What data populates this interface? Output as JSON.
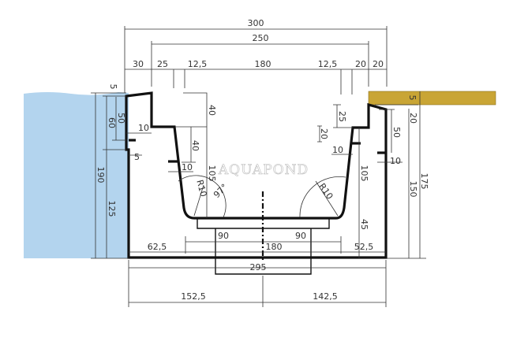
{
  "watermark": "AQUAPOND",
  "colors": {
    "water": "#b3d4ee",
    "wood": "#c9a535",
    "line": "#111111"
  },
  "dimensions": {
    "overall_width": "300",
    "inner_width": "250",
    "segments": [
      "30",
      "25",
      "12,5",
      "180",
      "12,5",
      "20",
      "20"
    ],
    "left_heights": [
      "5",
      "50",
      "60",
      "190",
      "125",
      "10",
      "5"
    ],
    "left_inner": [
      "40",
      "40",
      "10",
      "105",
      "R10",
      "97°"
    ],
    "right_inner": [
      "25",
      "20",
      "10",
      "105",
      "R10",
      "45"
    ],
    "right_heights": [
      "5",
      "20",
      "50",
      "10",
      "150",
      "175"
    ],
    "floor": [
      "90",
      "90",
      "180",
      "62,5",
      "52,5"
    ],
    "base_width": "295",
    "bottom_split": [
      "152,5",
      "142,5"
    ]
  }
}
